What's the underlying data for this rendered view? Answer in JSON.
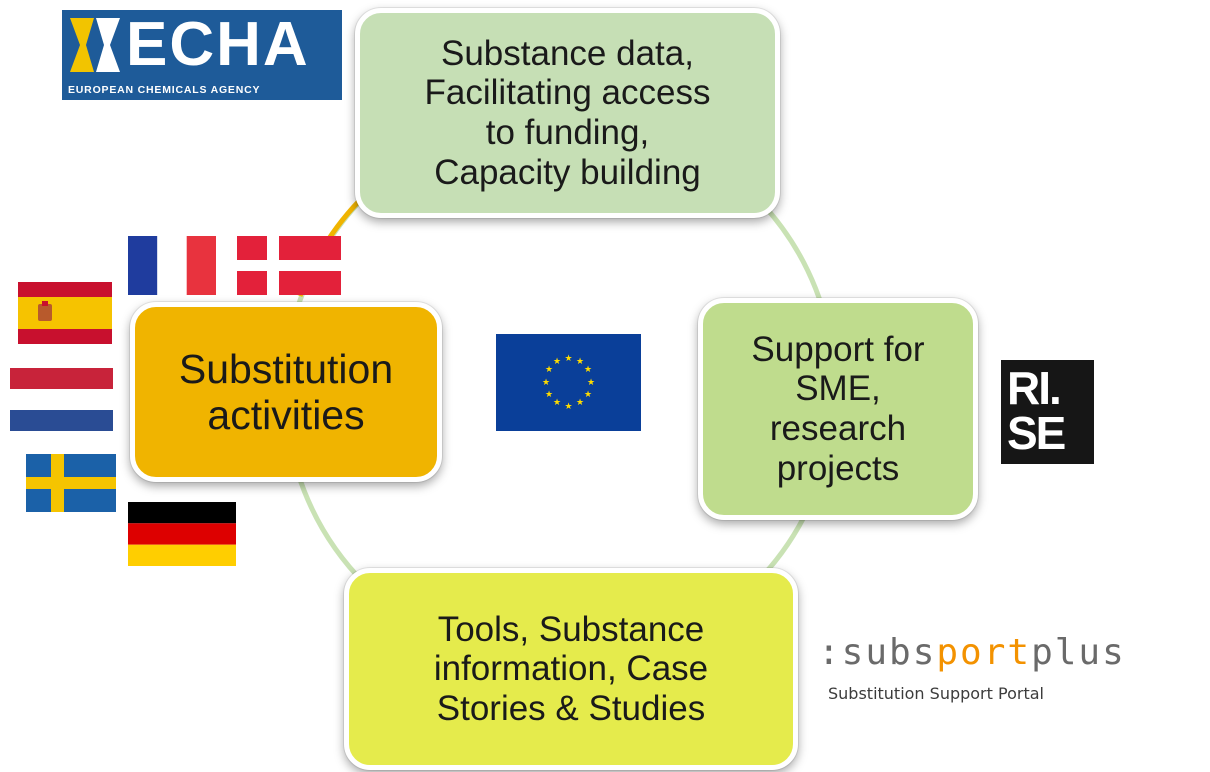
{
  "nodes": {
    "top": {
      "lines": [
        "Substance data,",
        "Facilitating access",
        "to funding,",
        "Capacity building"
      ]
    },
    "right": {
      "lines": [
        "Support for",
        "SME,",
        "research",
        "projects"
      ]
    },
    "bottom": {
      "lines": [
        "Tools, Substance",
        "information, Case",
        "Stories & Studies"
      ]
    },
    "left": {
      "lines": [
        "Substitution",
        "activities"
      ]
    }
  },
  "logos": {
    "echa": {
      "word": "ECHA",
      "subtitle": "EUROPEAN CHEMICALS AGENCY"
    },
    "rise": {
      "line1": "RI.",
      "line2": "SE"
    },
    "subsport": {
      "word_prefix": ":subs",
      "word_accent": "port",
      "word_suffix": "plus",
      "tagline": "Substitution Support Portal"
    }
  },
  "flags": [
    "france-flag",
    "denmark-flag",
    "spain-flag",
    "netherlands-flag",
    "sweden-flag",
    "germany-flag",
    "eu-flag"
  ],
  "colors": {
    "top": "#c6dfb5",
    "right": "#bfdc8d",
    "bottom": "#e5eb4c",
    "left": "#f0b400",
    "ring": "#c9e2b4",
    "ring_accent": "#f0b400"
  }
}
